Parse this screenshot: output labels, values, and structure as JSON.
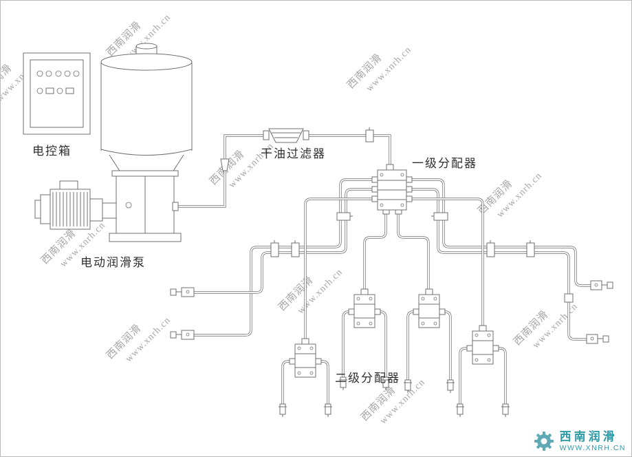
{
  "labels": {
    "control_box": "电控箱",
    "pump": "电动润滑泵",
    "filter": "干油过滤器",
    "primary_distributor": "一级分配器",
    "secondary_distributor": "二级分配器"
  },
  "watermark": {
    "line1": "西南润滑",
    "line2": "www.xnrh.cn"
  },
  "logo": {
    "name": "西南润滑",
    "site": "WWW.XNRH.CN",
    "color": "#2d9aa8"
  },
  "colors": {
    "line": "#6f6f6f",
    "watermark": "#a6a6a6",
    "background": "#ffffff"
  }
}
